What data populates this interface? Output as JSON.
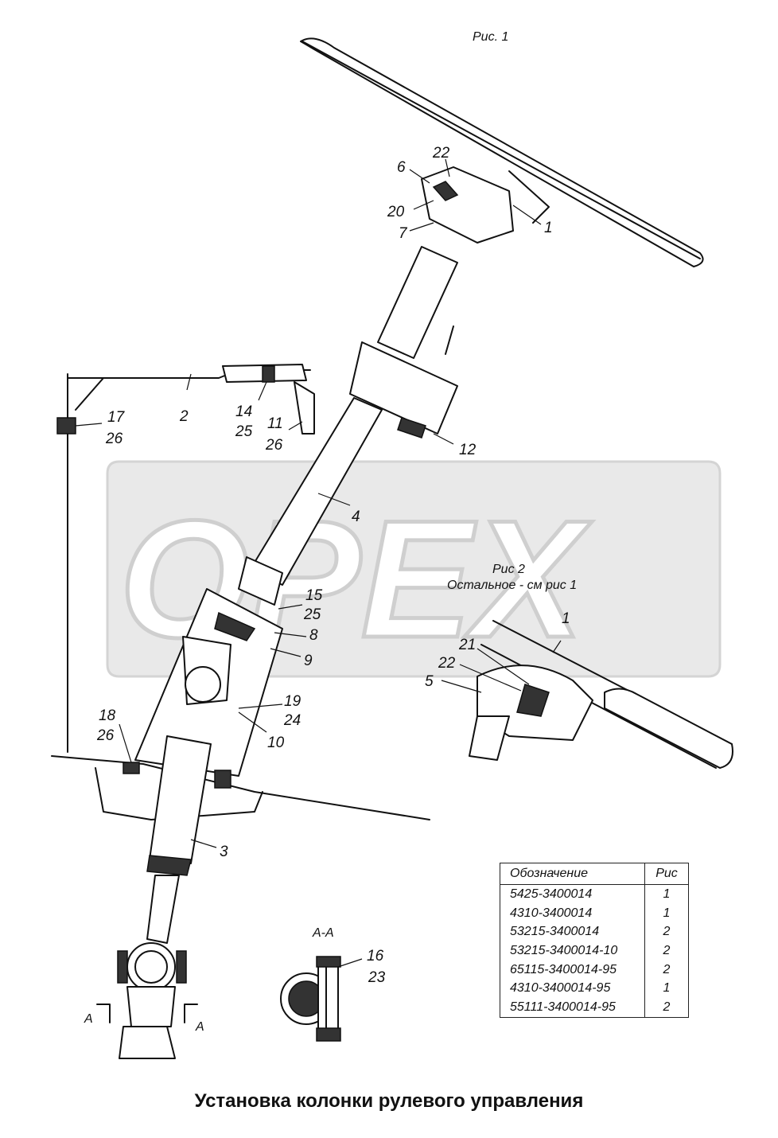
{
  "figure1_title": "Рис. 1",
  "figure2_title": "Рис 2",
  "figure2_note": "Остальное - см рис 1",
  "watermark": "OPEX",
  "section_label": "А-А",
  "section_mark": "А",
  "callouts": {
    "c22": "22",
    "c6": "6",
    "c20": "20",
    "c7": "7",
    "c1": "1",
    "c2": "2",
    "c17": "17",
    "c26a": "26",
    "c14": "14",
    "c25a": "25",
    "c11": "11",
    "c26b": "26",
    "c12": "12",
    "c4": "4",
    "c15": "15",
    "c25b": "25",
    "c8": "8",
    "c9": "9",
    "c19": "19",
    "c24": "24",
    "c10": "10",
    "c18": "18",
    "c26c": "26",
    "c3": "3",
    "c16": "16",
    "c23": "23",
    "f2_1": "1",
    "f2_21": "21",
    "f2_22": "22",
    "f2_5": "5"
  },
  "table": {
    "headers": [
      "Обозначение",
      "Рис"
    ],
    "rows": [
      [
        "5425-3400014",
        "1"
      ],
      [
        "4310-3400014",
        "1"
      ],
      [
        "53215-3400014",
        "2"
      ],
      [
        "53215-3400014-10",
        "2"
      ],
      [
        "65115-3400014-95",
        "2"
      ],
      [
        "4310-3400014-95",
        "1"
      ],
      [
        "55111-3400014-95",
        "2"
      ]
    ]
  },
  "caption": "Установка колонки рулевого управления"
}
